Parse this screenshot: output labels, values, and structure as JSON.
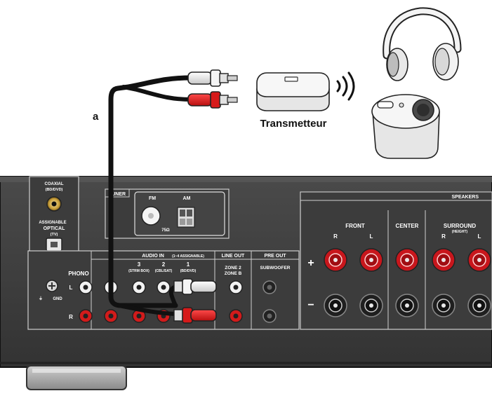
{
  "diagram": {
    "cable_label": "a",
    "transmitter_label": "Transmetteur",
    "receiver": {
      "coaxial": "COAXIAL",
      "coaxial_sub": "(BD/DVD)",
      "assignable": "ASSIGNABLE",
      "optical": "OPTICAL",
      "optical_sub": "(TV)",
      "tuner": "TUNER",
      "fm": "FM",
      "fm_ohm": "75Ω",
      "am": "AM",
      "audio_in": "AUDIO IN",
      "audio_in_assignable": "(1~4 ASSIGNABLE)",
      "phono": "PHONO",
      "gnd": "GND",
      "ch_l": "L",
      "ch_r": "R",
      "input_3": "3",
      "input_3_sub": "(STRM BOX)",
      "input_2": "2",
      "input_2_sub": "(CBL/SAT)",
      "input_1": "1",
      "input_1_sub": "(BD/DVD)",
      "line_out": "LINE OUT",
      "zone2": "ZONE 2",
      "zone_b": "ZONE B",
      "pre_out": "PRE OUT",
      "subwoofer": "SUBWOOFER",
      "speakers": "SPEAKERS",
      "front": "FRONT",
      "center": "CENTER",
      "surround": "SURROUND",
      "surround_sub": "(HEIGHT)",
      "plus": "+",
      "minus": "−"
    }
  }
}
